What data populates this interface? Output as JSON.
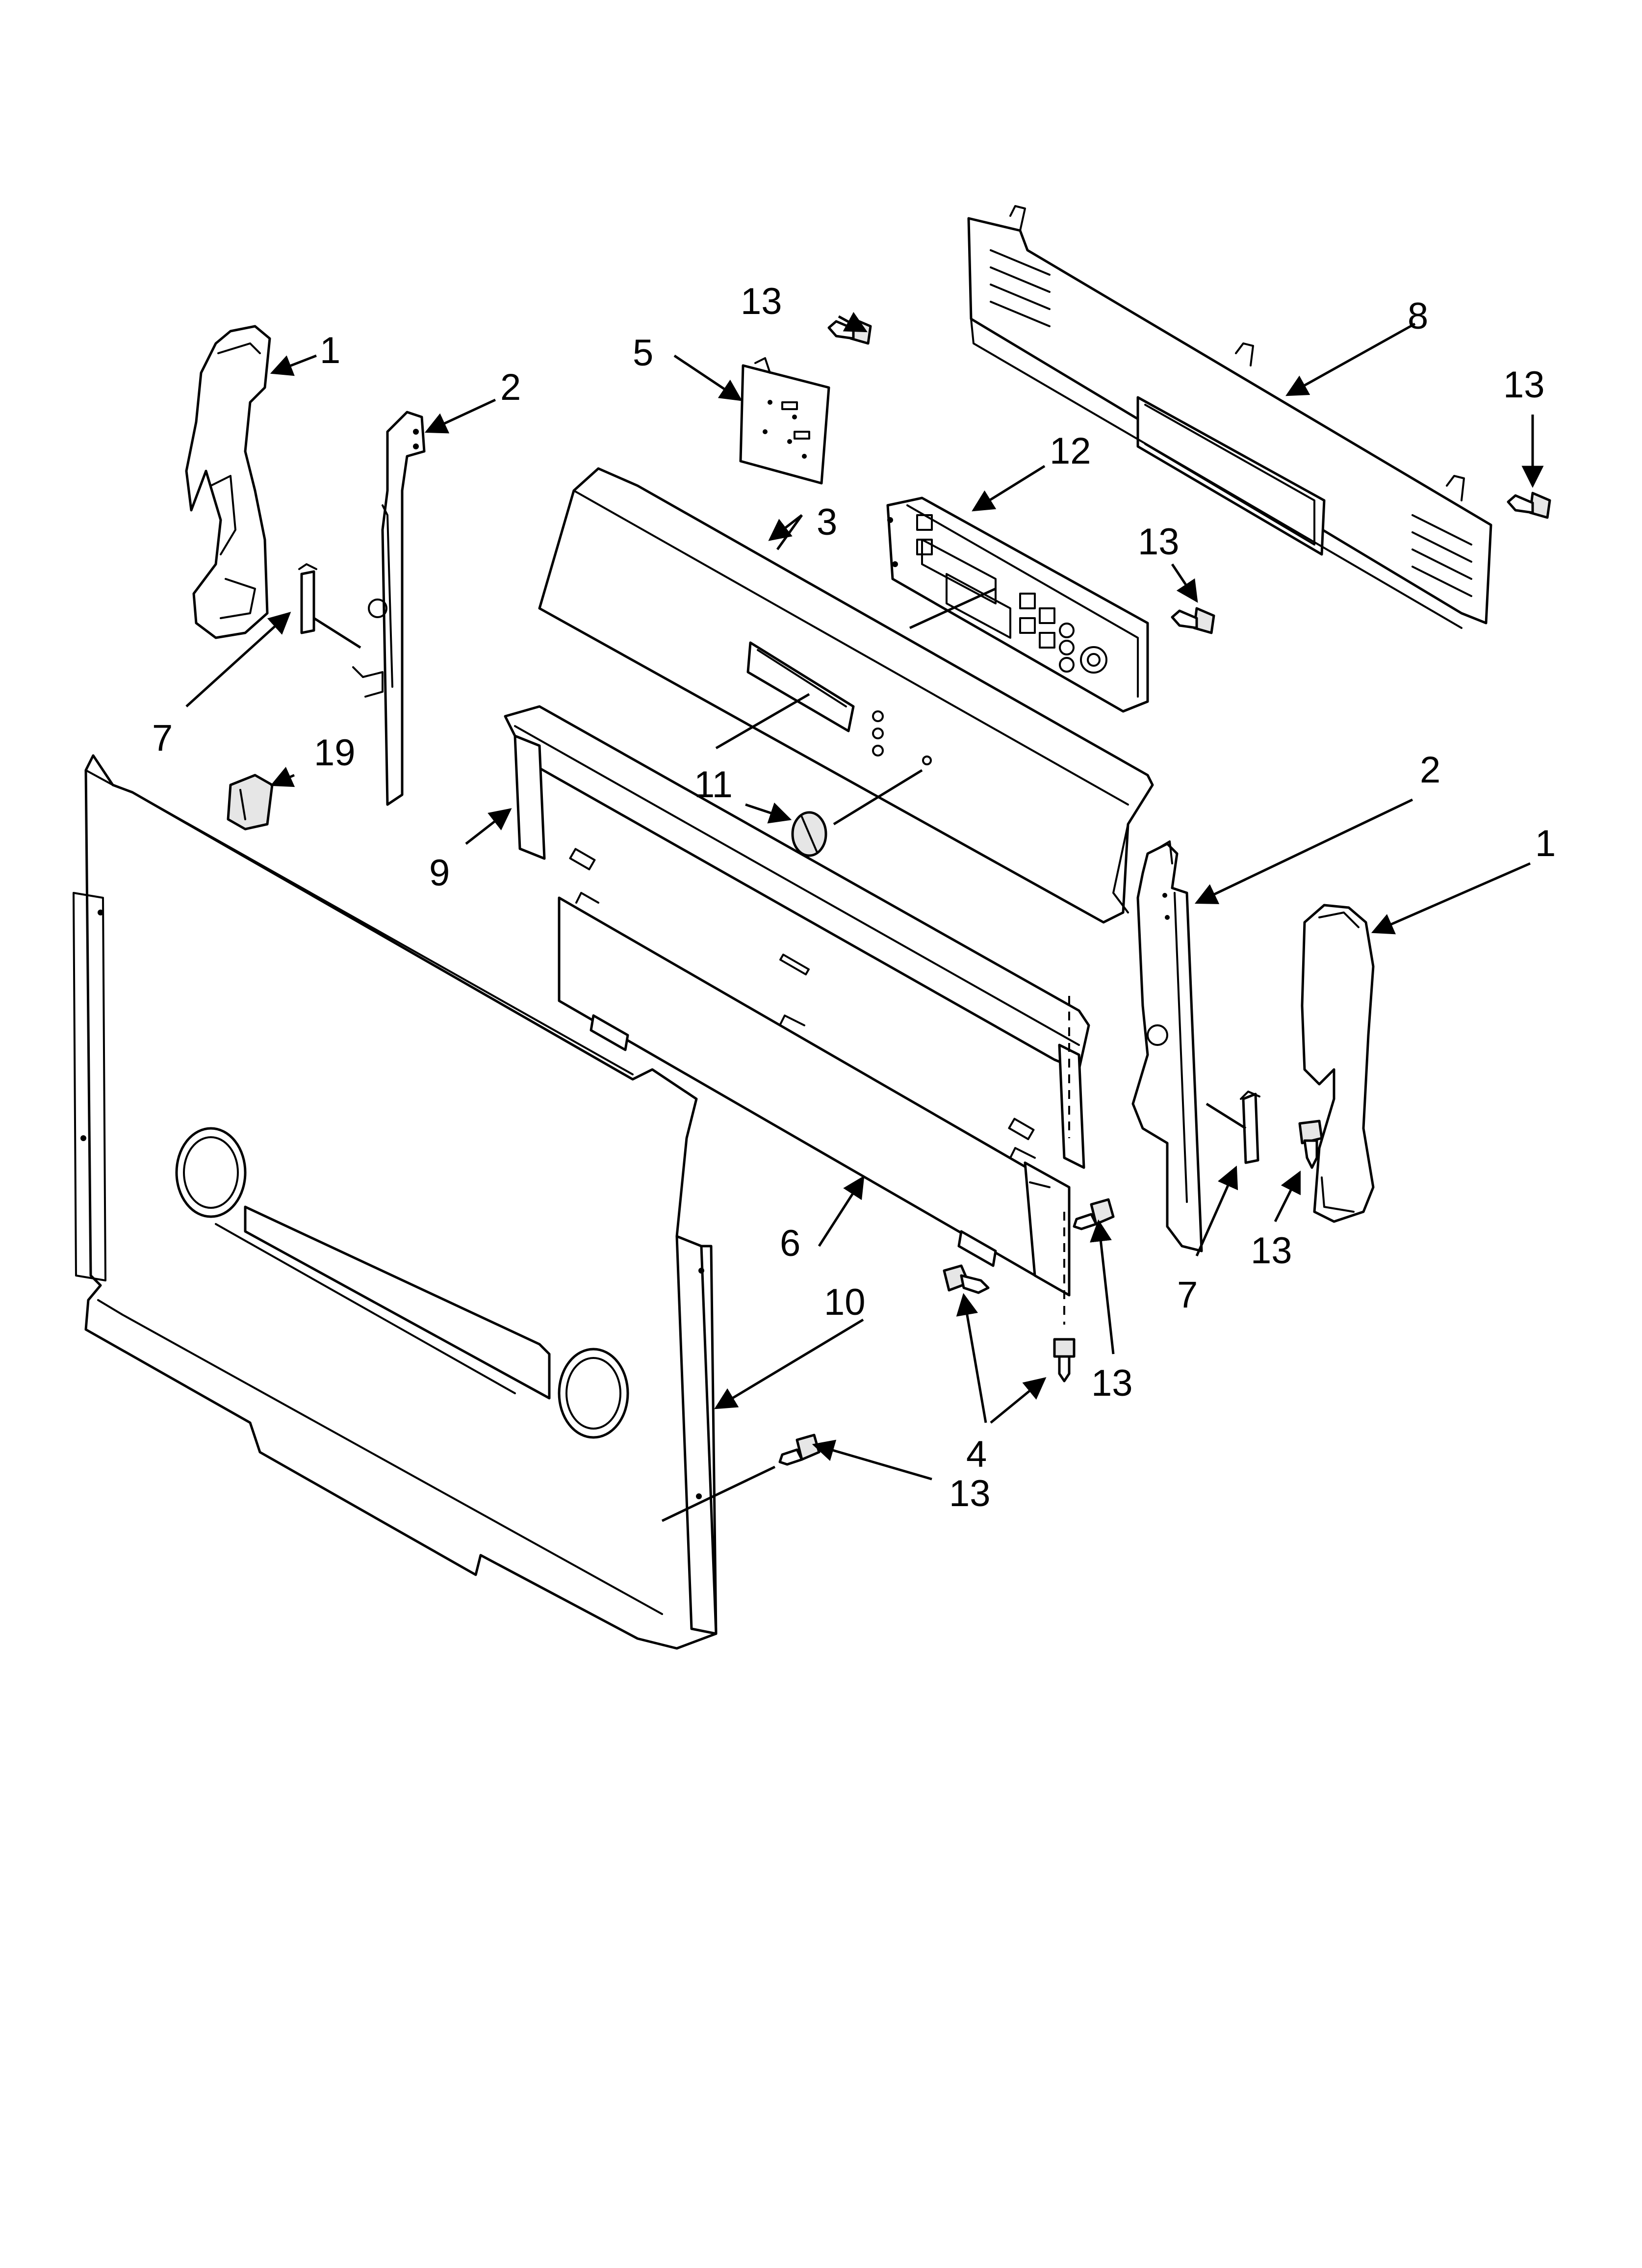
{
  "diagram": {
    "callouts": {
      "c1_left": "1",
      "c1_right": "1",
      "c2_left": "2",
      "c2_right": "2",
      "c3": "3",
      "c4": "4",
      "c5": "5",
      "c6": "6",
      "c7_left": "7",
      "c7_right": "7",
      "c8": "8",
      "c9": "9",
      "c10": "10",
      "c11": "11",
      "c12": "12",
      "c13_top": "13",
      "c13_right_top": "13",
      "c13_clock": "13",
      "c13_right_mid": "13",
      "c13_lower_mid": "13",
      "c13_bottom": "13",
      "c19": "19"
    }
  }
}
